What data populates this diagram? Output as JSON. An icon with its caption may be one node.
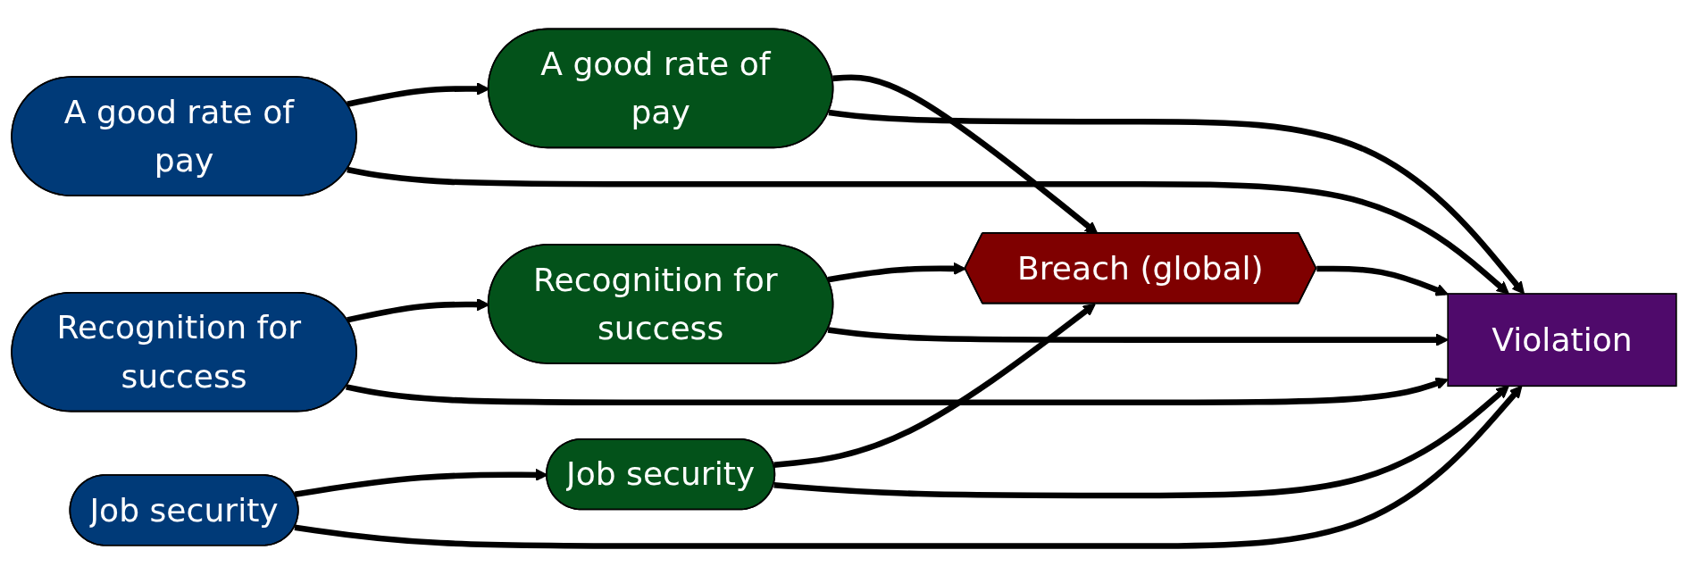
{
  "diagram": {
    "nodes": [
      {
        "text": [
          "A good rate of pay"
        ]
      },
      {
        "text": [
          "Recognition for success"
        ]
      },
      {
        "text": [
          "Job security"
        ]
      },
      {
        "text": [
          "A good rate of pay"
        ]
      },
      {
        "text": [
          "Recognition for success"
        ]
      },
      {
        "text": [
          "Job security"
        ]
      },
      {
        "text": [
          "Breach (global)"
        ]
      },
      {
        "text": [
          "Violation"
        ]
      }
    ],
    "edges": [
      {
        "from": 0,
        "to": 3,
        "arrow": "to"
      },
      {
        "from": 1,
        "to": 4,
        "arrow": "to"
      },
      {
        "from": 2,
        "to": 5,
        "arrow": "to"
      },
      {
        "from": 0,
        "to": 7,
        "arrow": "to"
      },
      {
        "from": 1,
        "to": 7,
        "arrow": "to"
      },
      {
        "from": 2,
        "to": 7,
        "arrow": "to"
      },
      {
        "from": 3,
        "to": 6,
        "arrow": "to"
      },
      {
        "from": 3,
        "to": 7,
        "arrow": "to"
      },
      {
        "from": 4,
        "to": 6,
        "arrow": "to"
      },
      {
        "from": 4,
        "to": 7,
        "arrow": "to"
      },
      {
        "from": 5,
        "to": 6,
        "arrow": "to"
      },
      {
        "from": 5,
        "to": 7,
        "arrow": "to"
      },
      {
        "from": 6,
        "to": 7,
        "arrow": "to"
      }
    ]
  }
}
